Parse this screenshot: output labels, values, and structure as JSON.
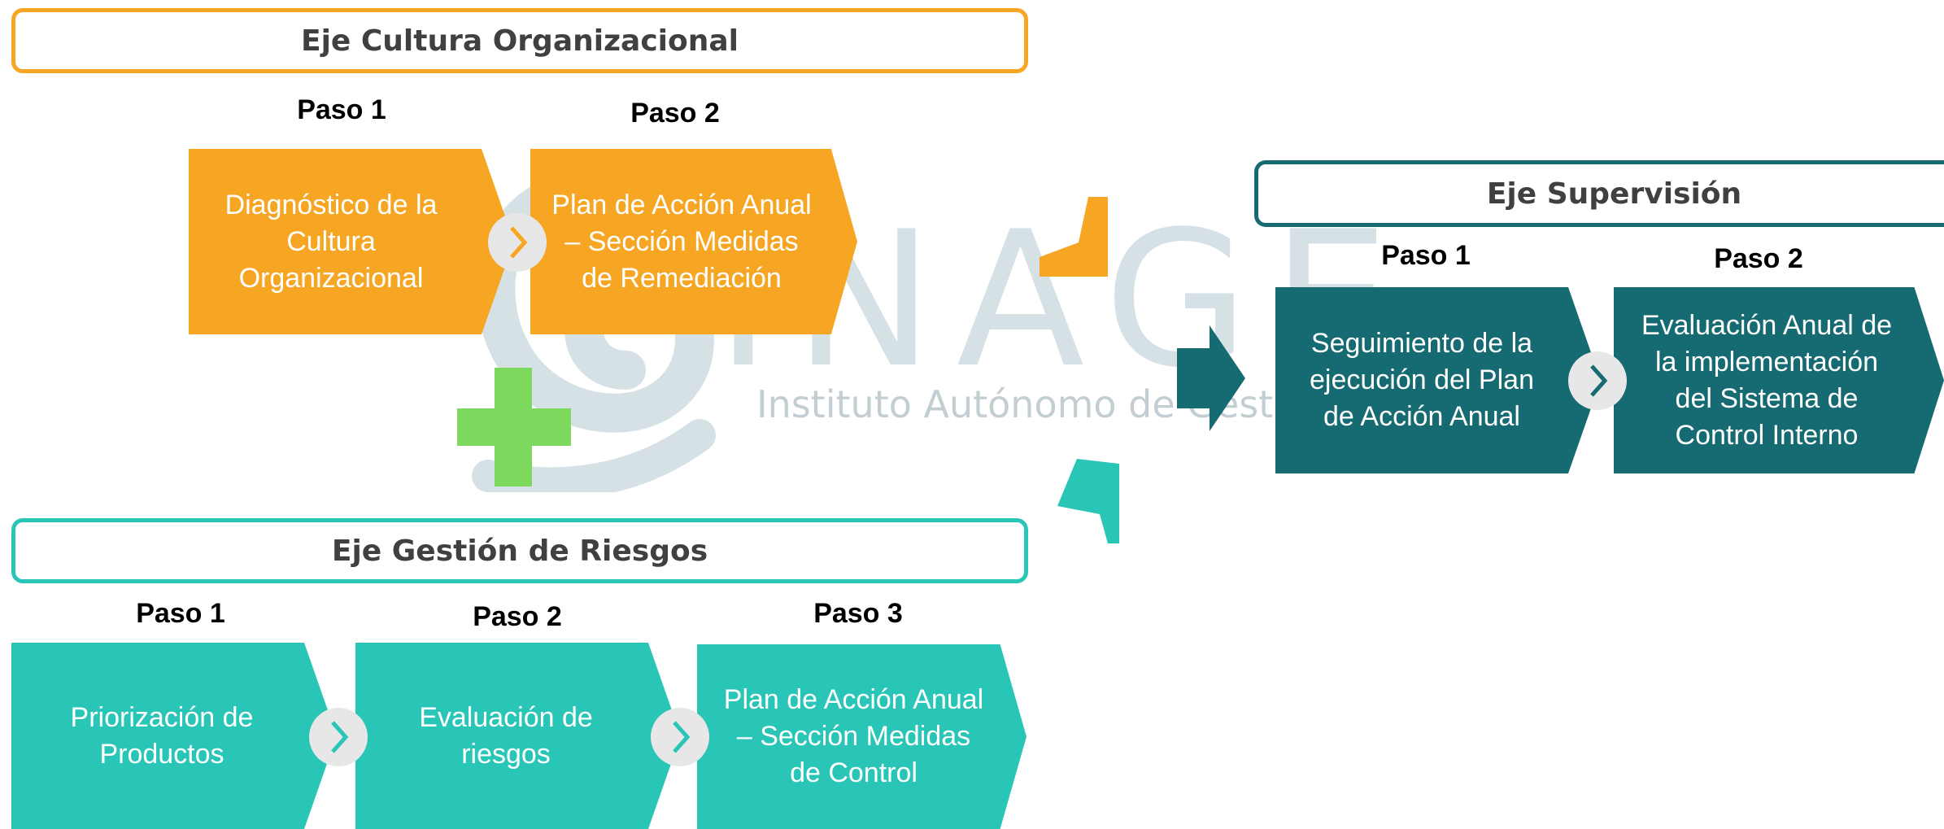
{
  "watermark": {
    "letters": "INAGE",
    "subtitle": "Instituto Autónomo de Gestió"
  },
  "colors": {
    "orange": "#f6a623",
    "teal": "#29c6b7",
    "dark_teal": "#166a72",
    "green": "#7dd85e",
    "light_gray": "#e7e7e7"
  },
  "cultura": {
    "title": "Eje Cultura Organizacional",
    "steps": [
      {
        "label": "Paso 1",
        "lines": [
          "Diagnóstico de la",
          "Cultura",
          "Organizacional"
        ]
      },
      {
        "label": "Paso 2",
        "lines": [
          "Plan de Acción Anual",
          "– Sección Medidas",
          "de Remediación"
        ]
      }
    ]
  },
  "riesgos": {
    "title": "Eje Gestión de Riesgos",
    "steps": [
      {
        "label": "Paso 1",
        "lines": [
          "Priorización de",
          "Productos"
        ]
      },
      {
        "label": "Paso 2",
        "lines": [
          "Evaluación de",
          "riesgos"
        ]
      },
      {
        "label": "Paso 3",
        "lines": [
          "Plan de Acción Anual",
          "– Sección Medidas",
          "de Control"
        ]
      }
    ]
  },
  "supervision": {
    "title": "Eje Supervisión",
    "steps": [
      {
        "label": "Paso 1",
        "lines": [
          "Seguimiento de la",
          "ejecución del Plan",
          "de Acción Anual"
        ]
      },
      {
        "label": "Paso 2",
        "lines": [
          "Evaluación Anual de",
          "la implementación",
          "del Sistema de",
          "Control Interno"
        ]
      }
    ]
  }
}
